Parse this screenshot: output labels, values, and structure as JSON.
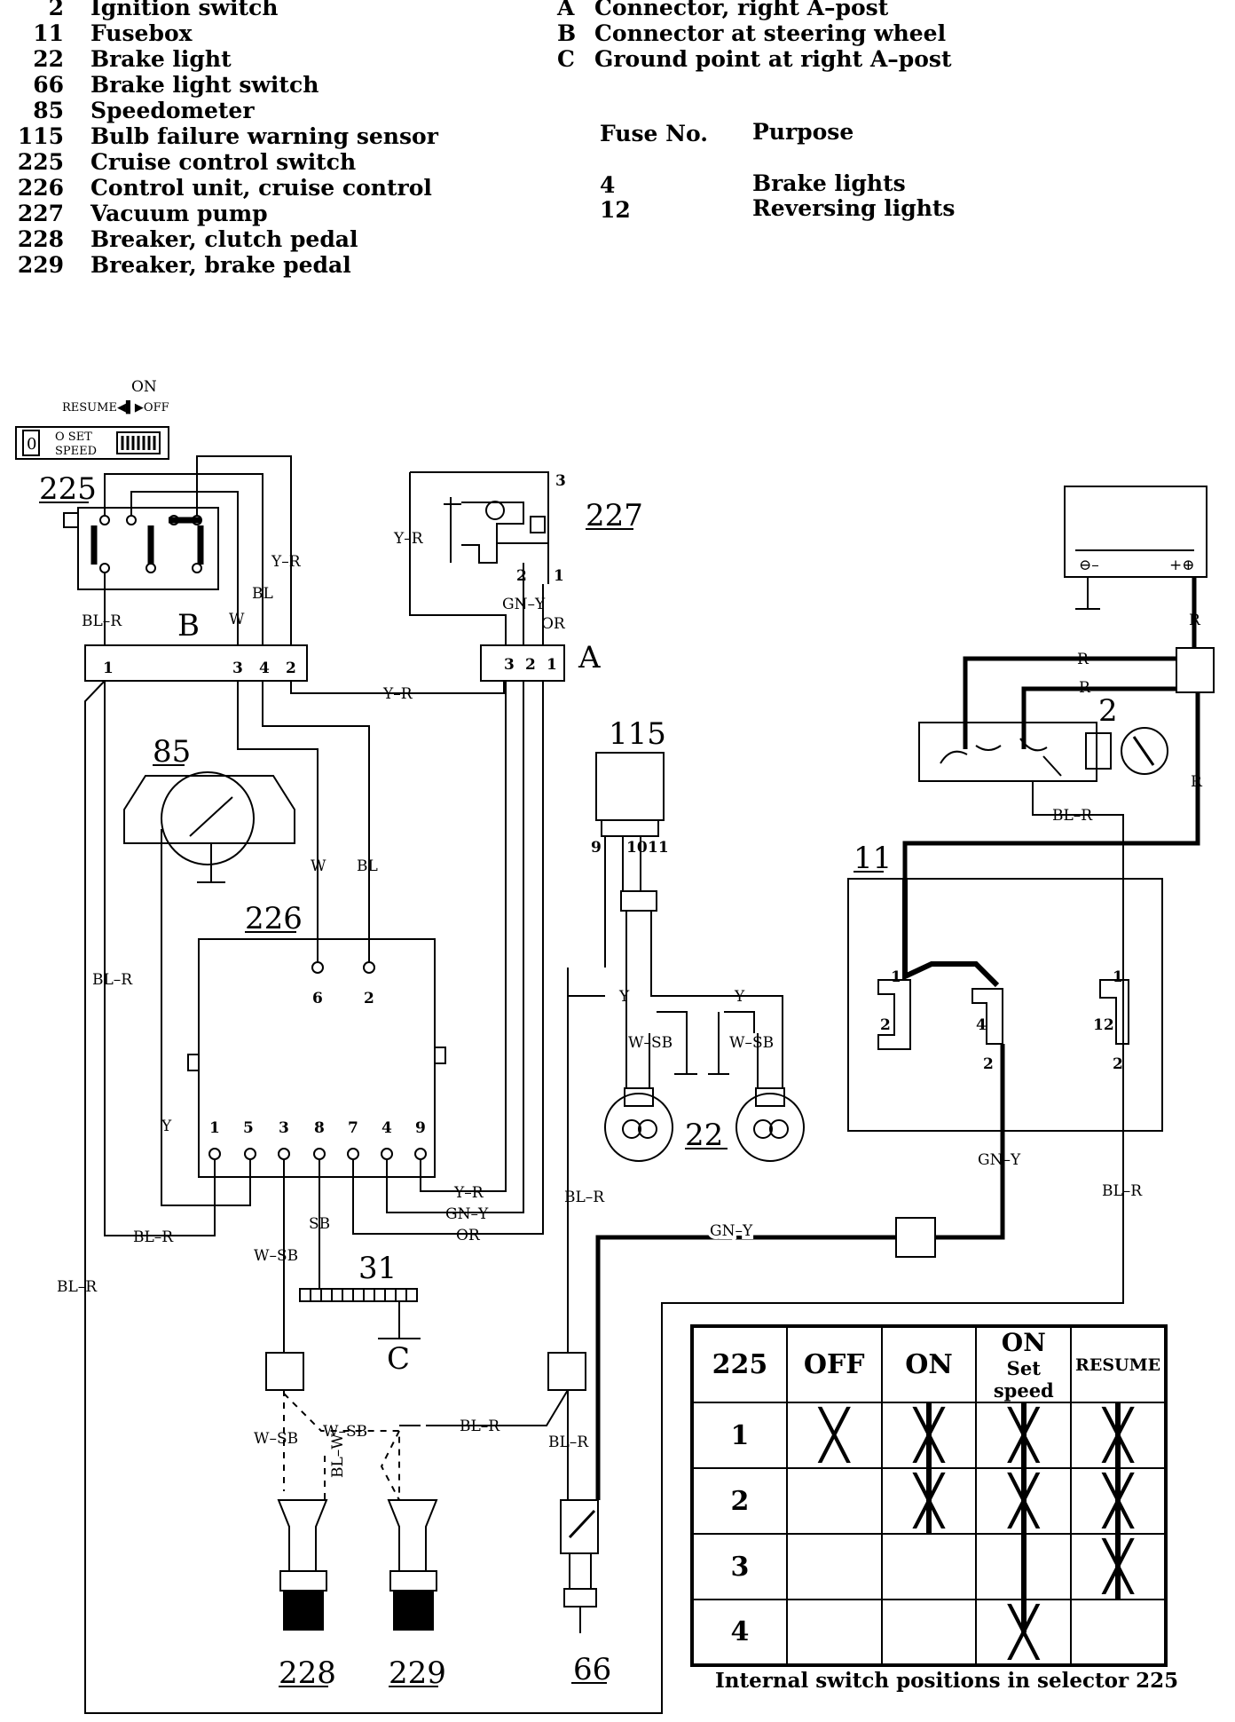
{
  "components": [
    {
      "num": "2",
      "name": "Ignition switch"
    },
    {
      "num": "11",
      "name": "Fusebox"
    },
    {
      "num": "22",
      "name": "Brake light"
    },
    {
      "num": "66",
      "name": "Brake light switch"
    },
    {
      "num": "85",
      "name": "Speedometer"
    },
    {
      "num": "115",
      "name": "Bulb failure warning sensor"
    },
    {
      "num": "225",
      "name": "Cruise control switch"
    },
    {
      "num": "226",
      "name": "Control unit, cruise control"
    },
    {
      "num": "227",
      "name": "Vacuum pump"
    },
    {
      "num": "228",
      "name": "Breaker, clutch pedal"
    },
    {
      "num": "229",
      "name": "Breaker, brake pedal"
    }
  ],
  "connectors": [
    {
      "letter": "A",
      "name": "Connector, right A–post"
    },
    {
      "letter": "B",
      "name": "Connector at steering wheel"
    },
    {
      "letter": "C",
      "name": "Ground point at right A–post"
    }
  ],
  "fuses": {
    "header_no": "Fuse No.",
    "header_purpose": "Purpose",
    "rows": [
      {
        "no": "4",
        "purpose": "Brake lights"
      },
      {
        "no": "12",
        "purpose": "Reversing lights"
      }
    ]
  },
  "switch_panel": {
    "on": "ON",
    "resume_off": "RESUME◀▌▶OFF",
    "set": "O SET",
    "speed": "SPEED"
  },
  "labels": {
    "c225": "225",
    "c227": "227",
    "c85": "85",
    "c226": "226",
    "c115": "115",
    "c2": "2",
    "c11": "11",
    "c22": "22",
    "c31": "31",
    "c228": "228",
    "c229": "229",
    "c66": "66",
    "A": "A",
    "B": "B",
    "C": "C"
  },
  "wires": {
    "yr": "Y–R",
    "bl": "BL",
    "w": "W",
    "blr": "BL–R",
    "gny": "GN–Y",
    "or": "OR",
    "r": "R",
    "y": "Y",
    "wsb": "W–SB",
    "sb": "SB",
    "blw": "BL–W"
  },
  "switch_table": {
    "corner": "225",
    "columns": [
      "OFF",
      "ON",
      "ON Set speed",
      "RESUME"
    ],
    "col_on": "ON",
    "col_set_speed": "Set speed",
    "rows": [
      {
        "pos": "1",
        "marks": [
          true,
          true,
          true,
          true
        ]
      },
      {
        "pos": "2",
        "marks": [
          false,
          true,
          true,
          true
        ]
      },
      {
        "pos": "3",
        "marks": [
          false,
          false,
          false,
          true
        ]
      },
      {
        "pos": "4",
        "marks": [
          false,
          false,
          true,
          false
        ]
      }
    ],
    "caption": "Internal switch positions in selector 225"
  }
}
